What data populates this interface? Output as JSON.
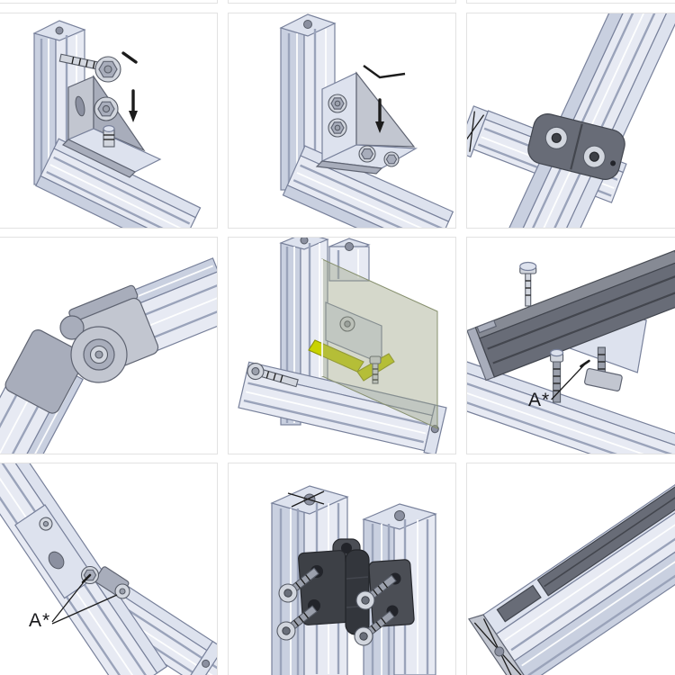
{
  "page": {
    "type": "product-illustration-grid",
    "grid": {
      "rows": 3,
      "cols": 3,
      "partial_row_above": true
    }
  },
  "colors": {
    "background": "#ffffff",
    "tile_border": "#e2e2e2",
    "aluminum_light": "#e7eaf3",
    "aluminum_mid": "#c9d0e0",
    "aluminum_stripe": "#9aa3ba",
    "outline": "#78819b",
    "connector_gray": "#c2c6d0",
    "dark_part": "#686c77",
    "black_part": "#3d4046",
    "yellow_highlight": "#c9d300",
    "glass_tint": "#9aa384",
    "label_color": "#17171a"
  },
  "cells": [
    {
      "name": "corner-bracket-exploded",
      "parts": [
        "vertical-profile",
        "horizontal-profile",
        "corner-bracket",
        "hex-bolt",
        "hex-bolt",
        "t-nut-stud",
        "assembly-arrow"
      ],
      "label": ""
    },
    {
      "name": "gusset-corner-bracket",
      "parts": [
        "vertical-profile",
        "horizontal-profile",
        "gusset-bracket",
        "hex-bolts",
        "assembly-arrow"
      ],
      "label": ""
    },
    {
      "name": "cross-clamp-joint",
      "parts": [
        "diagonal-profile",
        "horizontal-profile",
        "clamp-block",
        "screws"
      ],
      "label": ""
    },
    {
      "name": "pivot-hinge-joint",
      "parts": [
        "upper-profile",
        "lower-profile",
        "pivot-connector",
        "pivot-bolt"
      ],
      "label": ""
    },
    {
      "name": "panel-mount-corner",
      "parts": [
        "vertical-profile",
        "horizontal-profile",
        "glass-panel",
        "panel-bracket",
        "yellow-clips",
        "screws"
      ],
      "label": ""
    },
    {
      "name": "angle-support-joint",
      "parts": [
        "base-profile",
        "angled-dark-profile",
        "support-bracket",
        "bolts",
        "screw"
      ],
      "label": "A*"
    },
    {
      "name": "diagonal-brace-joint",
      "parts": [
        "diagonal-profile",
        "lower-profile",
        "brace-plate",
        "bolts"
      ],
      "label": "A*"
    },
    {
      "name": "door-hinge-connection",
      "parts": [
        "left-profile",
        "right-profile",
        "black-hinge",
        "socket-screws"
      ],
      "label": ""
    },
    {
      "name": "slot-cover-profile",
      "parts": [
        "profile",
        "slot-cover-strip",
        "cover-insert"
      ],
      "label": ""
    }
  ]
}
